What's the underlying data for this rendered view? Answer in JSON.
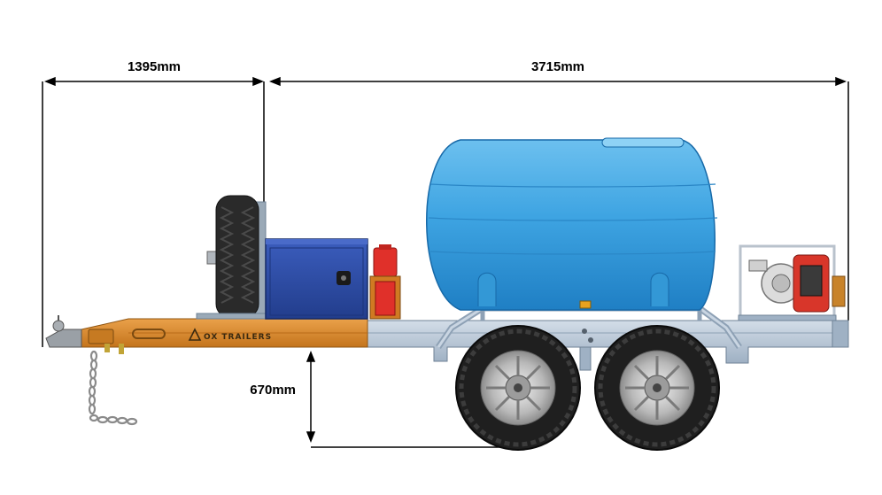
{
  "dimensions": {
    "drawbar_length": "1395mm",
    "body_length": "3715mm",
    "deck_height": "670mm"
  },
  "branding": {
    "logo_text": "OX TRAILERS"
  },
  "colors": {
    "tank": "#3aa0de",
    "drawbar": "#d98a2b",
    "toolbox": "#2c4aa3",
    "frame": "#b9c7d6",
    "jerry_can": "#e0302a",
    "pump": "#d8362a"
  }
}
